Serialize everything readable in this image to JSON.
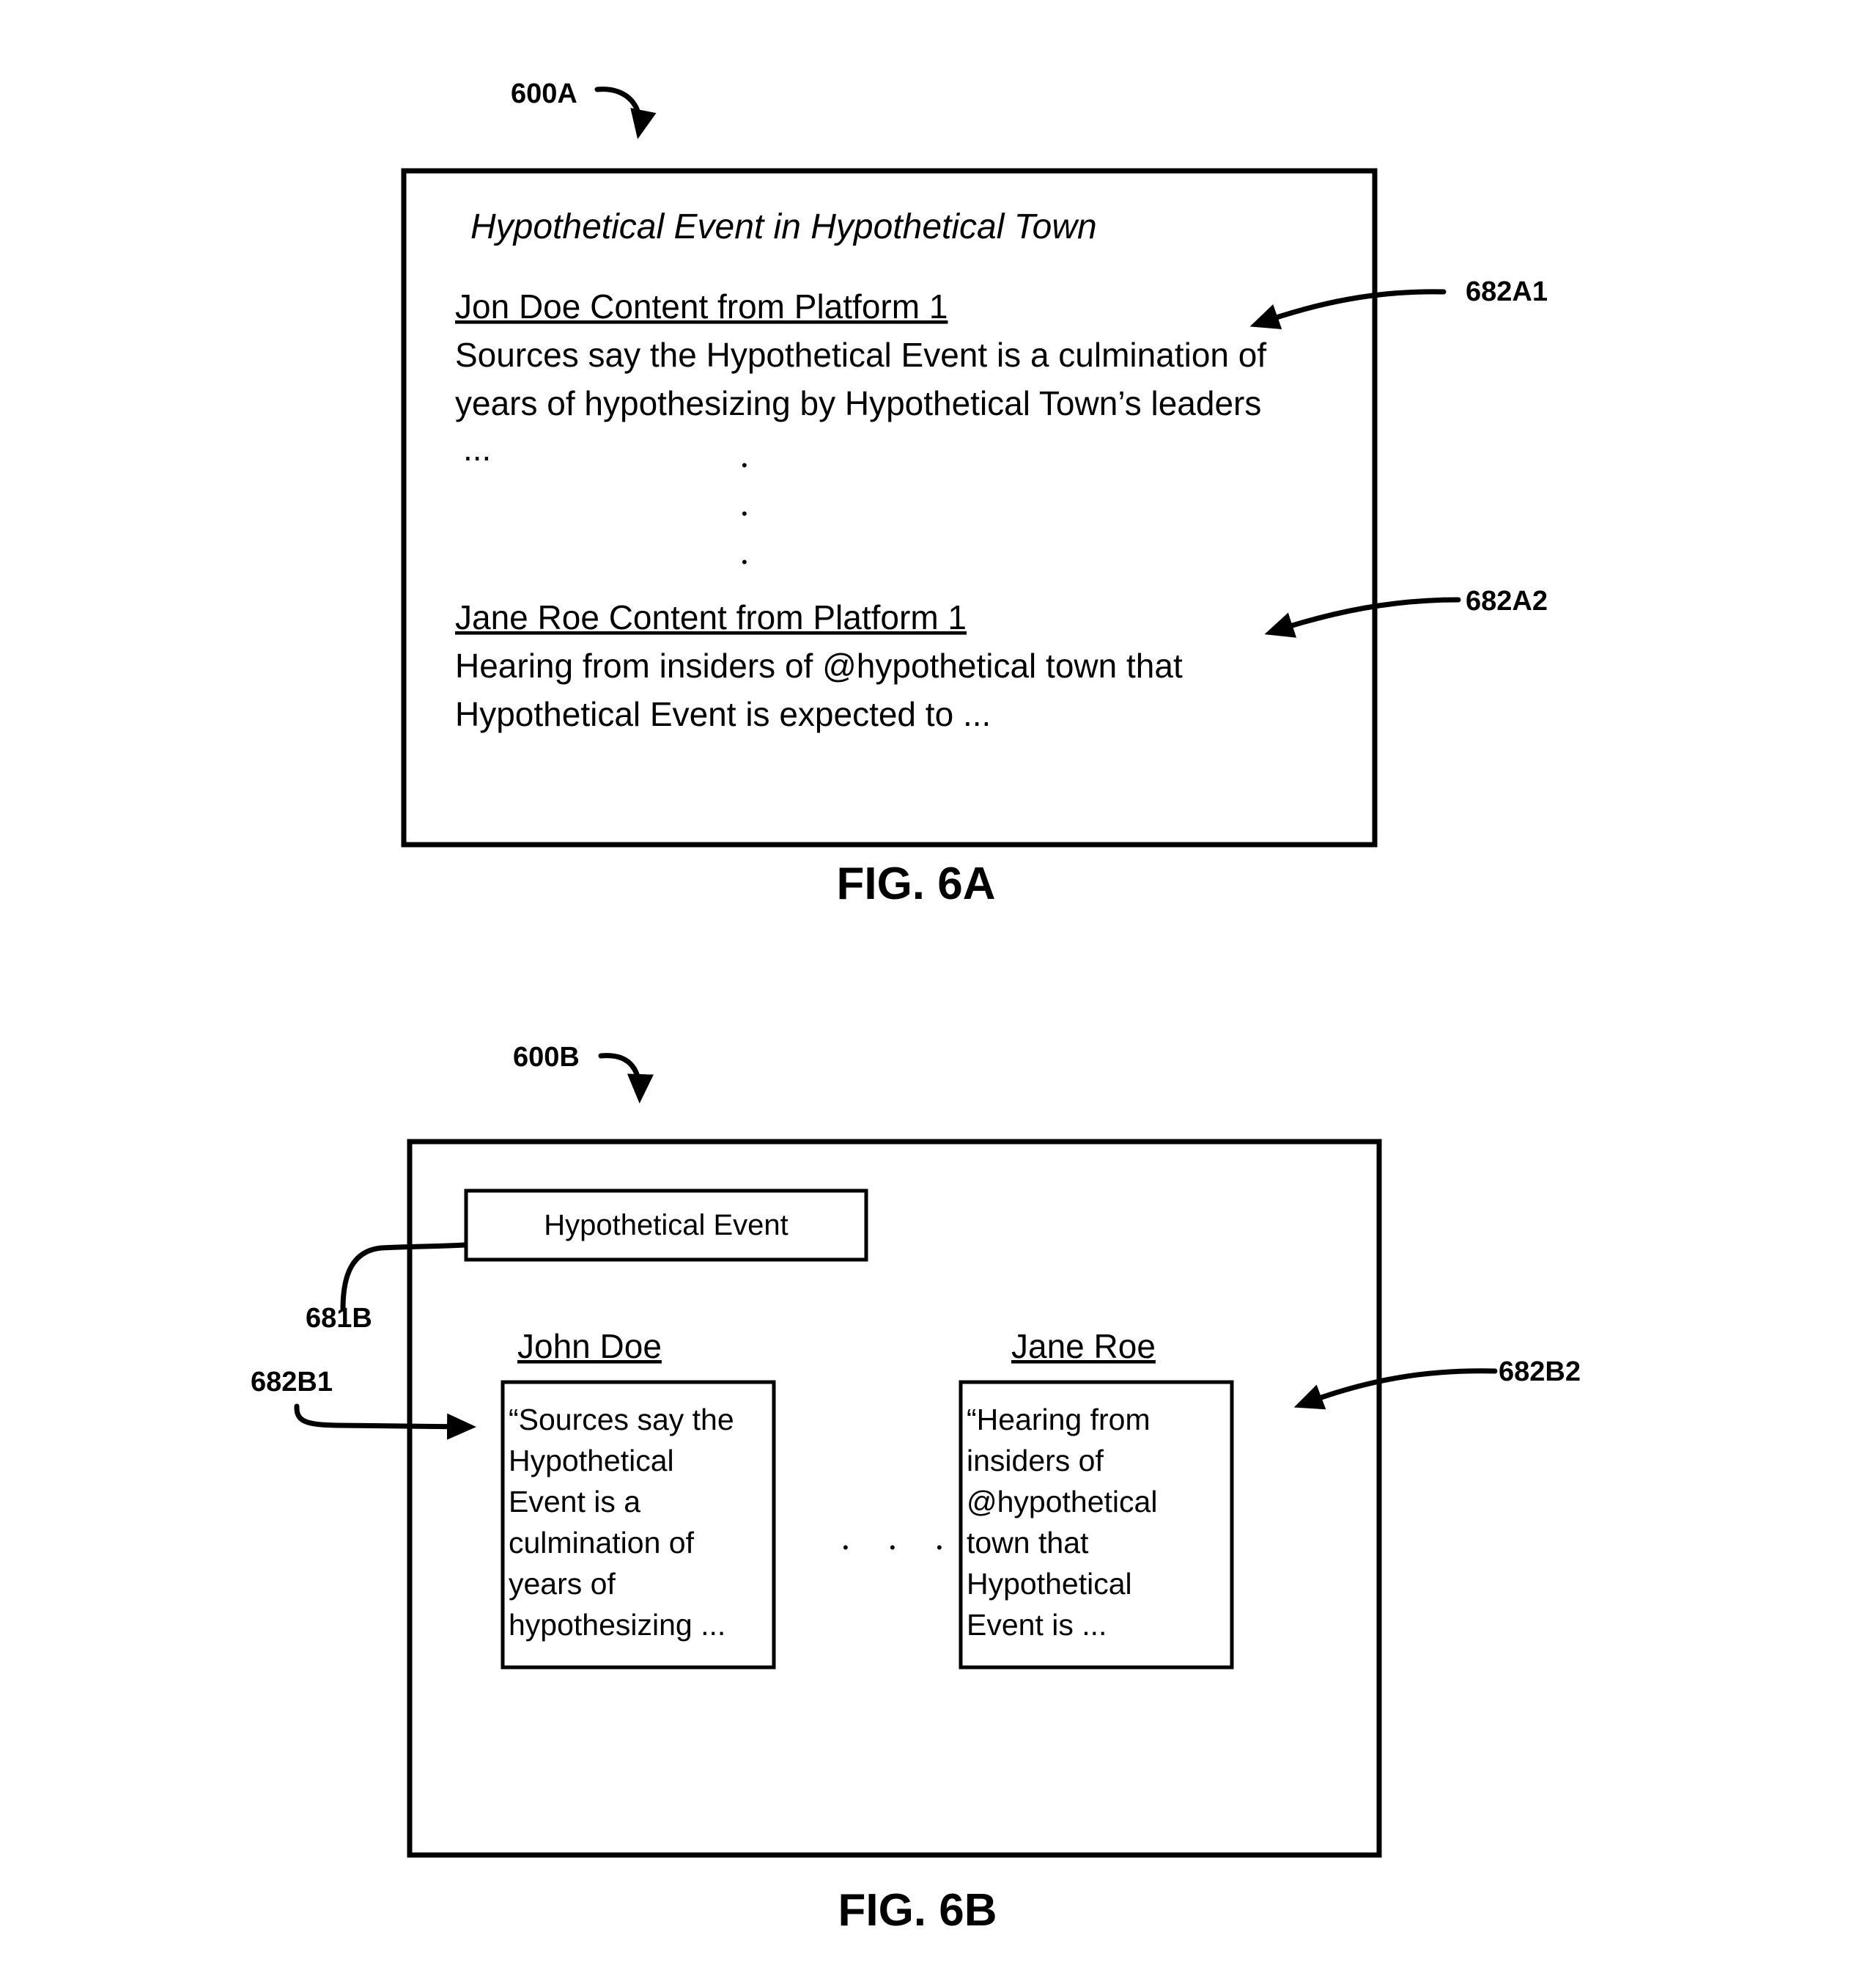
{
  "fig_a": {
    "ref": "600A",
    "caption": "FIG. 6A",
    "title": "Hypothetical Event in Hypothetical Town",
    "entries": [
      {
        "ref": "682A1",
        "heading": "Jon Doe Content from Platform 1",
        "lines": [
          "Sources say the Hypothetical Event is a culmination of",
          "years of hypothesizing by Hypothetical Town’s leaders"
        ]
      },
      {
        "ref": "682A2",
        "heading": "Jane Roe Content from Platform 1",
        "lines": [
          "Hearing from insiders of @hypothetical town that",
          "Hypothetical Event is expected to  ..."
        ]
      }
    ],
    "ellipsis": "...",
    "vertical_ellipsis": [
      "•",
      "•",
      "•"
    ]
  },
  "fig_b": {
    "ref": "600B",
    "caption": "FIG. 6B",
    "event_ref": "681B",
    "event_label": "Hypothetical Event",
    "cards": [
      {
        "ref": "682B1",
        "author": "John Doe",
        "lines": [
          "“Sources say the",
          "Hypothetical",
          "Event is a",
          "culmination of",
          "years of",
          "hypothesizing  ..."
        ]
      },
      {
        "ref": "682B2",
        "author": "Jane Roe",
        "lines": [
          "“Hearing from",
          "insiders of",
          "@hypothetical",
          "town that",
          "Hypothetical",
          "Event is ..."
        ]
      }
    ],
    "horizontal_ellipsis": [
      "•",
      "•",
      "•"
    ]
  }
}
